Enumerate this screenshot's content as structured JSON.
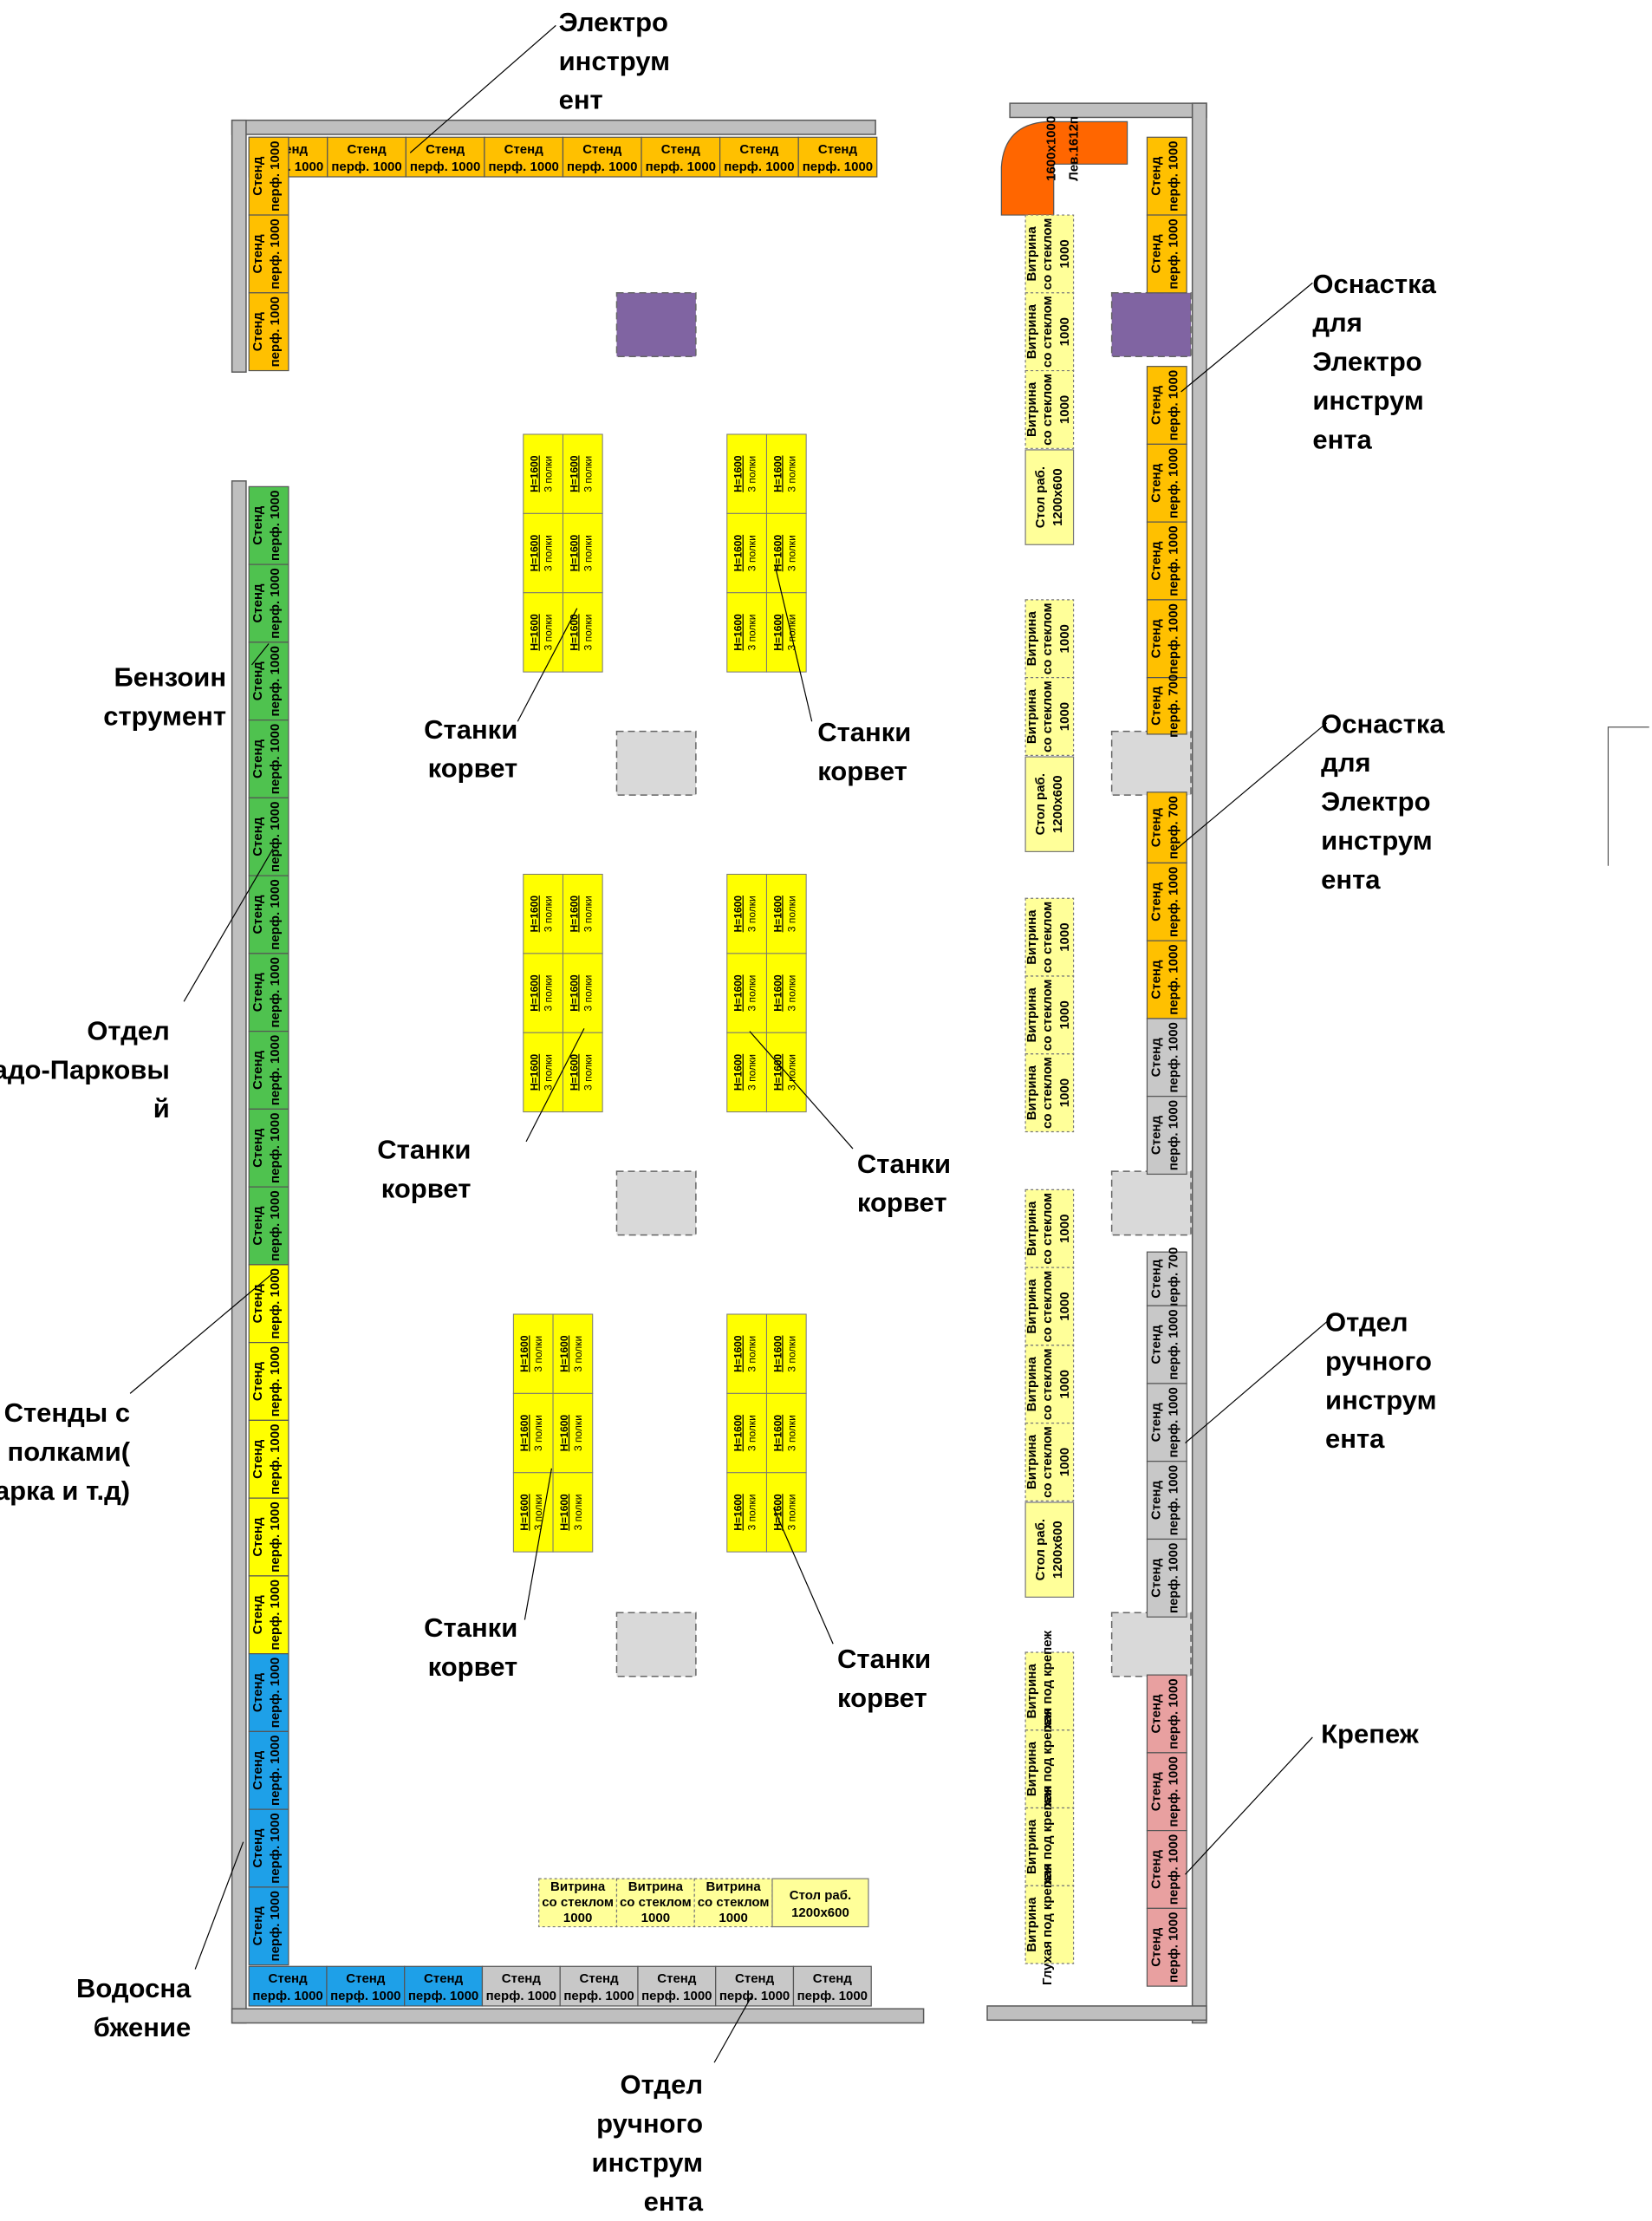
{
  "colors": {
    "wall": "#bfbfbf",
    "wall_stroke": "#5a5a5a",
    "orange": "#ffc000",
    "green": "#4fc24f",
    "yellow": "#ffff00",
    "blue": "#1ea0e8",
    "grey": "#c8c8c8",
    "pink": "#e8a0a0",
    "showcase": "#ffff99",
    "purple": "#8064a2",
    "column": "#d9d9d9",
    "corner_desk": "#ff6600"
  },
  "fixtures": {
    "stand": {
      "line1": "Стенд",
      "perf1000": "перф. 1000",
      "perf700": "перф. 700"
    },
    "showcase": {
      "line1": "Витрина",
      "line2": "со стеклом",
      "line3": "1000"
    },
    "fastener_showcase": {
      "line1": "Витрина",
      "line2": "Глухая под крепеж"
    },
    "table": {
      "line1": "Стол раб.",
      "line2": "1200х600"
    },
    "rack": {
      "line1": "Н=1600",
      "line2": "3 полки"
    },
    "corner_desk": {
      "line1": "1600х1000",
      "line2": "Лев.1612п"
    }
  },
  "labels": {
    "power_tools": "Электро инструм ент",
    "tooling_1": "Оснастка для Электро инструм ента",
    "tooling_2": "Оснастка для Электро инструм ента",
    "petrol_tools": "Бензоин струмент",
    "garden": "Отдел Садо-Парковы й",
    "welding": "Стенды с полками( Сварка и т.д)",
    "water": "Водосна бжение",
    "hand_tools_bottom": "Отдел ручного инструм ента",
    "hand_tools_right": "Отдел ручного инструм ента",
    "fasteners": "Крепеж",
    "machines": "Станки корвет"
  }
}
